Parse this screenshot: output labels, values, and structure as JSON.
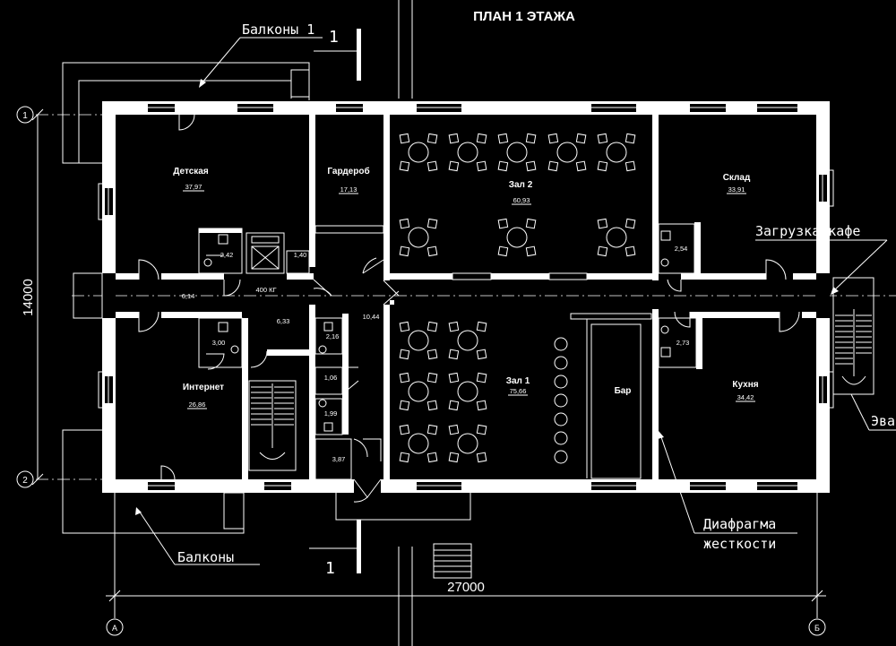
{
  "title": "ПЛАН 1 ЭТАЖА",
  "dimensions": {
    "width": "27000",
    "height": "14000"
  },
  "axes": {
    "row_1": "1",
    "row_2": "2",
    "col_a": "А",
    "col_b": "Б"
  },
  "section_marks": {
    "top": "1",
    "bottom": "1"
  },
  "callouts": {
    "balconies_top": "Балконы 1",
    "balconies_bottom": "Балконы",
    "loading": "Загрузка кафе",
    "evac": "Эвак",
    "diaphragm_1": "Диафрагма",
    "diaphragm_2": "жесткости"
  },
  "rooms": {
    "detskaya": {
      "name": "Детская",
      "area": "37,97"
    },
    "garderob": {
      "name": "Гардероб",
      "area": "17,13"
    },
    "zal2": {
      "name": "Зал 2",
      "area": "60,93"
    },
    "sklad": {
      "name": "Склад",
      "area": "33,91"
    },
    "internet": {
      "name": "Интернет",
      "area": "26,86"
    },
    "zal1": {
      "name": "Зал 1",
      "area": "75,66"
    },
    "bar": {
      "name": "Бар"
    },
    "kuhnya": {
      "name": "Кухня",
      "area": "34,42"
    }
  },
  "small_areas": {
    "a242": "2,42",
    "a140": "1,40",
    "a614": "6,14",
    "a633": "6,33",
    "a1044": "10,44",
    "a300": "3,00",
    "a216": "2,16",
    "a106": "1,06",
    "a199": "1,99",
    "a387": "3,87",
    "a254": "2,54",
    "a273": "2,73"
  },
  "elevator_load": "400 КГ"
}
